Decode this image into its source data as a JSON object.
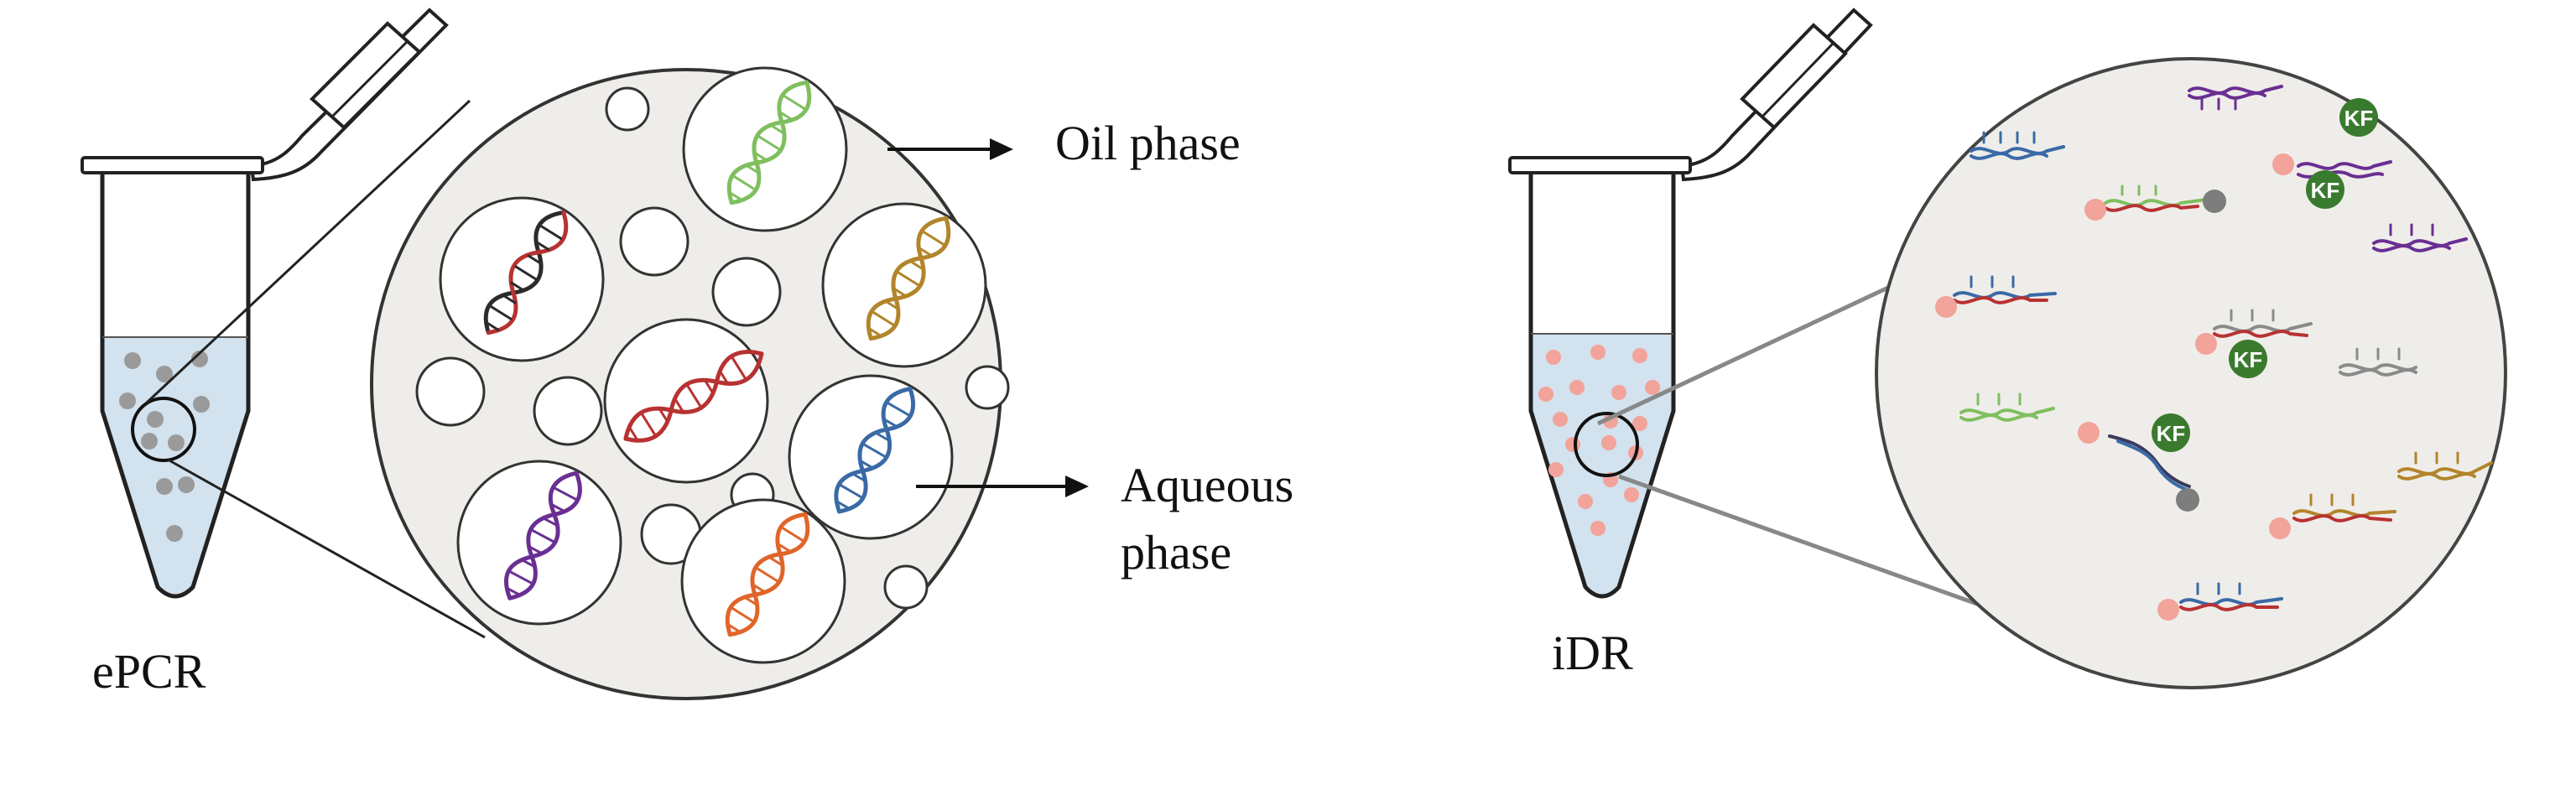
{
  "labels": {
    "left_method": "ePCR",
    "right_method": "iDR",
    "oil_phase": "Oil phase",
    "aqueous_line1": "Aqueous",
    "aqueous_line2": "phase",
    "enzyme": "KF"
  },
  "colors": {
    "tube_fill": "#d2e2ee",
    "tube_stroke": "#222222",
    "panel_fill": "#efedea",
    "panel_stroke": "#333333",
    "droplet_dot": "#9a9a9a",
    "fluor_dot": "#f2a39a",
    "enzyme": "#3a7a2e",
    "dna_black": "#2b2b2b",
    "dna_green": "#7fbf5e",
    "dna_brown": "#b2852a",
    "dna_red": "#b83232",
    "dna_blue": "#3a6aa6",
    "dna_purple": "#6a2f92",
    "dna_orange": "#e0652a",
    "dna_gray": "#8a8a8a"
  },
  "icons": [
    "microcentrifuge-tube-icon",
    "dna-double-helix-icon",
    "dna-probe-icon",
    "klenow-fragment-enzyme-icon",
    "fluorophore-dot-icon",
    "quencher-dot-icon"
  ]
}
